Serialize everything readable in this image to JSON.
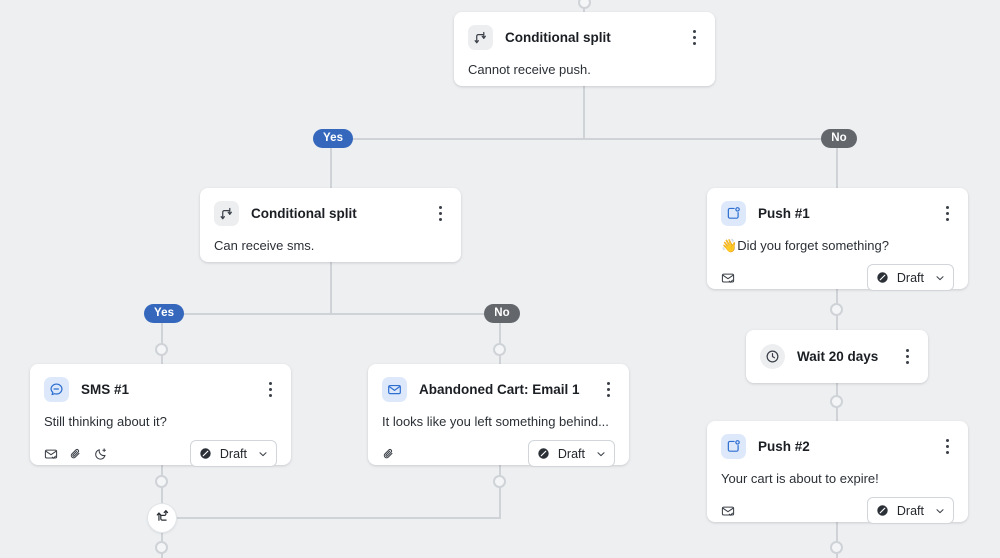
{
  "canvas": {
    "background": "#edeff1",
    "connector_color": "#cfd3d7"
  },
  "branch_labels": {
    "yes": "Yes",
    "no": "No",
    "yes_color": "#3568bd",
    "no_color": "#63676c"
  },
  "status": {
    "label": "Draft",
    "icon": "draft-slash-icon"
  },
  "nodes": [
    {
      "id": "conditional-split-push",
      "type": "conditional-split",
      "icon": "split-branch-icon",
      "title": "Conditional split",
      "body": "Cannot receive push."
    },
    {
      "id": "conditional-split-sms",
      "type": "conditional-split",
      "icon": "split-branch-icon",
      "title": "Conditional split",
      "body": "Can receive sms."
    },
    {
      "id": "sms-1",
      "type": "sms",
      "icon": "sms-bubble-icon",
      "title": "SMS #1",
      "body": "Still thinking about it?",
      "meta_icons": [
        "mail-check-icon",
        "paperclip-icon",
        "quiet-hours-moon-icon"
      ],
      "status": "Draft"
    },
    {
      "id": "abandoned-cart-email-1",
      "type": "email",
      "icon": "envelope-icon",
      "title": "Abandoned Cart: Email 1",
      "body": "It looks like you left something behind...",
      "meta_icons": [
        "paperclip-icon"
      ],
      "status": "Draft"
    },
    {
      "id": "push-1",
      "type": "push",
      "icon": "push-notification-icon",
      "title": "Push #1",
      "emoji": "👋",
      "body": "Did you forget something?",
      "meta_icons": [
        "mail-check-icon"
      ],
      "status": "Draft"
    },
    {
      "id": "wait-20-days",
      "type": "wait",
      "icon": "clock-icon",
      "title": "Wait 20 days"
    },
    {
      "id": "push-2",
      "type": "push",
      "icon": "push-notification-icon",
      "title": "Push #2",
      "body": "Your cart is about to expire!",
      "meta_icons": [
        "mail-check-icon"
      ],
      "status": "Draft"
    },
    {
      "id": "merge-join",
      "type": "merge",
      "icon": "merge-arrows-icon"
    }
  ]
}
